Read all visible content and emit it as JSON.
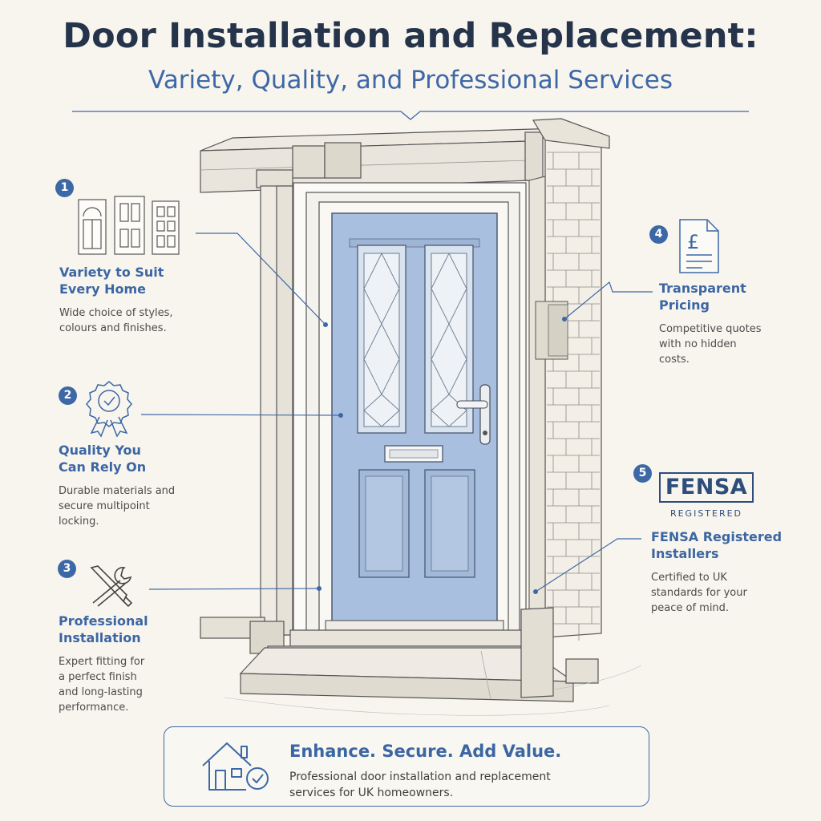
{
  "header": {
    "title": "Door Installation and Replacement:",
    "subtitle": "Variety, Quality, and Professional Services"
  },
  "features": [
    {
      "number": "1",
      "heading_lines": [
        "Variety to Suit",
        "Every Home"
      ],
      "desc_lines": [
        "Wide choice of styles,",
        "colours and finishes."
      ],
      "icon": "door-styles-icon"
    },
    {
      "number": "2",
      "heading_lines": [
        "Quality You",
        "Can Rely On"
      ],
      "desc_lines": [
        "Durable materials and",
        "secure multipoint",
        "locking."
      ],
      "icon": "award-rosette-icon"
    },
    {
      "number": "3",
      "heading_lines": [
        "Professional",
        "Installation"
      ],
      "desc_lines": [
        "Expert fitting for",
        "a perfect finish",
        "and long-lasting",
        "performance."
      ],
      "icon": "wrench-screwdriver-icon"
    },
    {
      "number": "4",
      "heading_lines": [
        "Transparent",
        "Pricing"
      ],
      "desc_lines": [
        "Competitive quotes",
        "with no hidden",
        "costs."
      ],
      "icon": "pound-invoice-icon"
    },
    {
      "number": "5",
      "heading_lines": [
        "FENSA Registered",
        "Installers"
      ],
      "desc_lines": [
        "Certified to UK",
        "standards for your",
        "peace of mind."
      ],
      "icon": "fensa-badge"
    }
  ],
  "badge": {
    "name": "FENSA",
    "label": "REGISTERED"
  },
  "invoice_symbol": "£",
  "banner": {
    "heading": "Enhance. Secure. Add Value.",
    "text_lines": [
      "Professional door installation and replacement",
      "services for UK homeowners."
    ],
    "icon": "house-check-icon"
  },
  "colors": {
    "accent": "#3d68a6",
    "title": "#25344a",
    "door": "#a9bfdf",
    "background": "#f8f5ee"
  }
}
